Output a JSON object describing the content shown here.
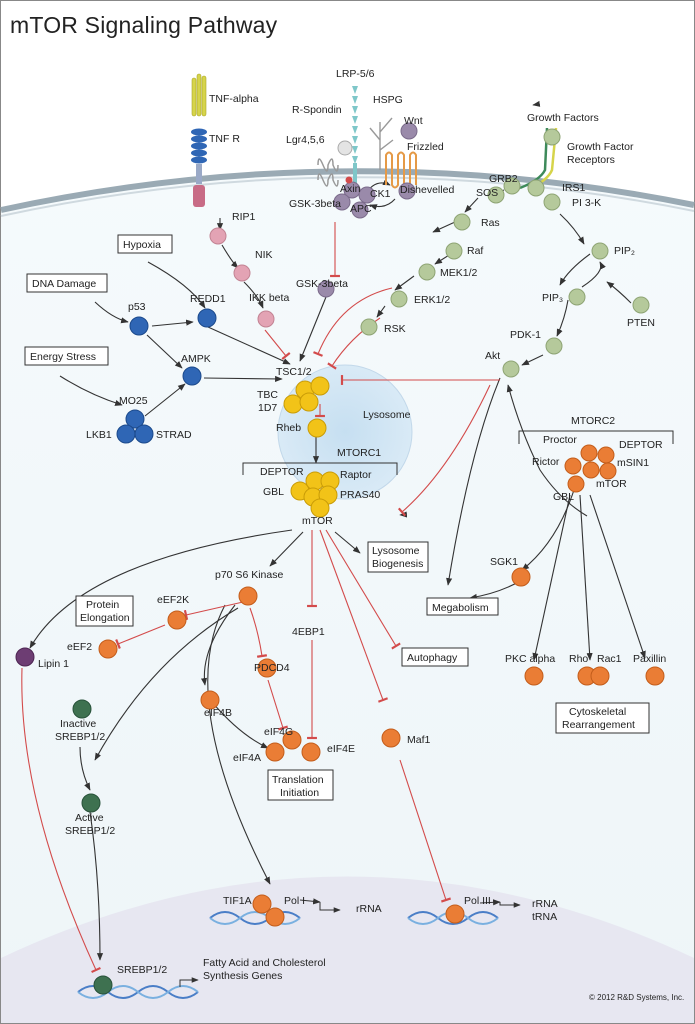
{
  "title": "mTOR Signaling Pathway",
  "copyright": "© 2012 R&D Systems, Inc.",
  "colors": {
    "green": "#b5c99b",
    "blue": "#2f66b5",
    "yellow": "#f2c318",
    "orange": "#ea7d35",
    "pink": "#e3a3b4",
    "purple": "#9a8aaa",
    "darkgreen": "#3e7150",
    "violet": "#6d3d73",
    "inhibit": "#d34b4b"
  },
  "labels": {
    "tnf_alpha": "TNF-alpha",
    "tnf_r": "TNF R",
    "lrp": "LRP-5/6",
    "r_spondin": "R-Spondin",
    "hspg": "HSPG",
    "wnt": "Wnt",
    "lgr": "Lgr4,5,6",
    "frizzled": "Frizzled",
    "axin": "Axin",
    "ck1": "CK1",
    "dishevelled": "Dishevelled",
    "apc": "APC",
    "gsk_top": "GSK-3beta",
    "growth_factors": "Growth Factors",
    "gfr1": "Growth Factor",
    "gfr2": "Receptors",
    "grb2": "GRB2",
    "sos": "SOS",
    "irs1": "IRS1",
    "pi3k": "PI 3-K",
    "rip1": "RIP1",
    "nik": "NIK",
    "ikk": "IKK beta",
    "gsk_mid": "GSK-3beta",
    "ras": "Ras",
    "raf": "Raf",
    "mek": "MEK1/2",
    "erk": "ERK1/2",
    "rsk": "RSK",
    "pip2": "PIP₂",
    "pip3": "PIP₃",
    "pten": "PTEN",
    "pdk1": "PDK-1",
    "akt": "Akt",
    "hypoxia": "Hypoxia",
    "redd1": "REDD1",
    "dna_damage": "DNA Damage",
    "p53": "p53",
    "energy_stress": "Energy Stress",
    "ampk": "AMPK",
    "mo25": "MO25",
    "lkb1": "LKB1",
    "strad": "STRAD",
    "tsc": "TSC1/2",
    "tbc1": "TBC",
    "tbc2": "1D7",
    "rheb": "Rheb",
    "lysosome": "Lysosome",
    "mtorc1": "MTORC1",
    "deptor1": "DEPTOR",
    "raptor": "Raptor",
    "gbl1": "GBL",
    "pras40": "PRAS40",
    "mtor1": "mTOR",
    "mtorc2": "MTORC2",
    "proctor": "Proctor",
    "deptor2": "DEPTOR",
    "rictor": "Rictor",
    "msin1": "mSIN1",
    "mtor2": "mTOR",
    "gbl2": "GBL",
    "p70": "p70 S6 Kinase",
    "lyso_bio1": "Lysosome",
    "lyso_bio2": "Biogenesis",
    "eef2k": "eEF2K",
    "prot_el1": "Protein",
    "prot_el2": "Elongation",
    "eef2": "eEF2",
    "lipin": "Lipin 1",
    "ebp": "4EBP1",
    "autophagy": "Autophagy",
    "sgk1": "SGK1",
    "megabolism": "Megabolism",
    "pdcd4": "PDCD4",
    "eif4b": "eIF4B",
    "eif4g": "eIF4G",
    "eif4a": "eIF4A",
    "eif4e": "eIF4E",
    "maf1": "Maf1",
    "trans1": "Translation",
    "trans2": "Initiation",
    "pkc": "PKC alpha",
    "rho": "Rho",
    "rac1": "Rac1",
    "paxillin": "Paxillin",
    "cyto1": "Cytoskeletal",
    "cyto2": "Rearrangement",
    "inactive1": "Inactive",
    "inactive2": "SREBP1/2",
    "active1": "Active",
    "active2": "SREBP1/2",
    "tif1a": "TIF1A",
    "pol1": "Pol I",
    "rrna1": "rRNA",
    "pol3": "Pol III",
    "rrna2": "rRNA",
    "trna": "tRNA",
    "srebp_dna": "SREBP1/2",
    "fatty1": "Fatty Acid and Cholesterol",
    "fatty2": "Synthesis Genes"
  }
}
